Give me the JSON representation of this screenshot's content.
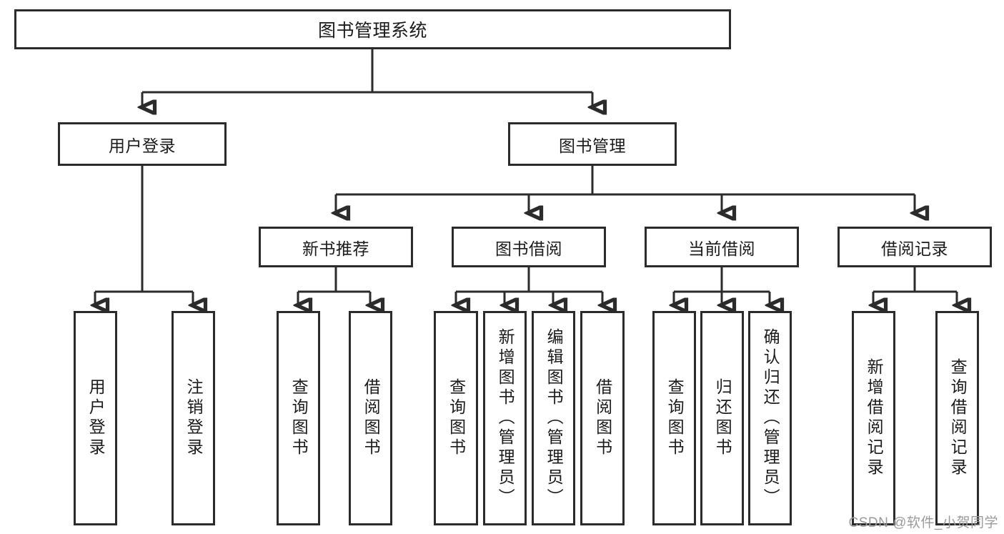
{
  "diagram": {
    "type": "tree-hierarchy-chart",
    "title": "图书管理系统",
    "line_color": "#2b2b2b",
    "box_fill": "#ffffff",
    "text_color": "#1b1b1b"
  },
  "nodes": {
    "root": {
      "label": "图书管理系统"
    },
    "lvl2": [
      {
        "label": "用户登录"
      },
      {
        "label": "图书管理"
      }
    ],
    "lvl3": [
      {
        "label": "新书推荐"
      },
      {
        "label": "图书借阅"
      },
      {
        "label": "当前借阅"
      },
      {
        "label": "借阅记录"
      }
    ],
    "leaves": [
      {
        "label": "用户登录"
      },
      {
        "label": "注销登录"
      },
      {
        "label": "查询图书"
      },
      {
        "label": "借阅图书"
      },
      {
        "label": "查询图书"
      },
      {
        "label": "新增图书（管理员）"
      },
      {
        "label": "编辑图书（管理员）"
      },
      {
        "label": "借阅图书"
      },
      {
        "label": "查询图书"
      },
      {
        "label": "归还图书"
      },
      {
        "label": "确认归还（管理员）"
      },
      {
        "label": "新增借阅记录"
      },
      {
        "label": "查询借阅记录"
      }
    ]
  },
  "watermark": {
    "text": "CSDN @软件_小贺同学"
  }
}
